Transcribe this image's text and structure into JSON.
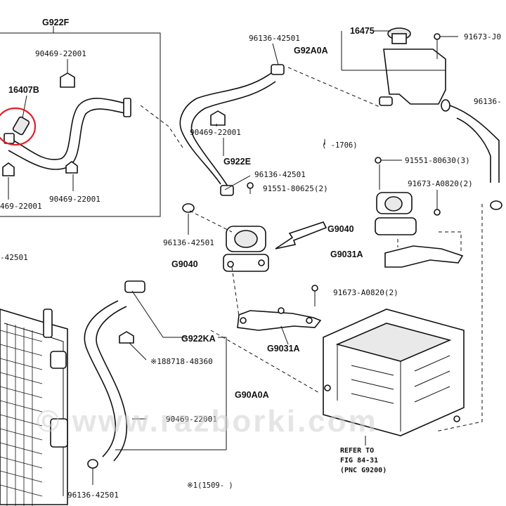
{
  "labels": {
    "g922f": "G922F",
    "p90469_a": "90469-22001",
    "p16407b": "16407B",
    "p90469_b": "90469-22001",
    "p469_c": "469-22001",
    "p42501_left": "-42501",
    "p96136_a": "96136-42501",
    "p90469_d": "90469-22001",
    "g922e": "G922E",
    "p96136_b": "96136-42501",
    "p91551_80625": "91551-80625(2)",
    "p96136_c": "96136-42501",
    "g9040_a": "G9040",
    "p16475": "16475",
    "g92a0a": "G92A0A",
    "p91673_j0": "91673-J0",
    "p96136_d": "96136-",
    "paren_1706": "(   -1706)",
    "p91551_80630": "91551-80630(3)",
    "p91673_a0820_a": "91673-A0820(2)",
    "g9040_b": "G9040",
    "g9031a_a": "G9031A",
    "p91673_a0820_b": "91673-A0820(2)",
    "g9031a_b": "G9031A",
    "g922ka": "G922KA",
    "p188718": "※188718-48360",
    "g90a0a": "G90A0A",
    "p90469_e": "90469-22001",
    "p96136_e": "96136-42501",
    "footnote": "※1(1509-    )",
    "refer_1": "REFER TO",
    "refer_2": "FIG 84-31",
    "refer_3": "(PNC G9200)"
  },
  "watermark": "© www.razborki.com",
  "colors": {
    "line": "#111111",
    "highlight": "#e0202a",
    "watermark": "#cfcfcf"
  }
}
